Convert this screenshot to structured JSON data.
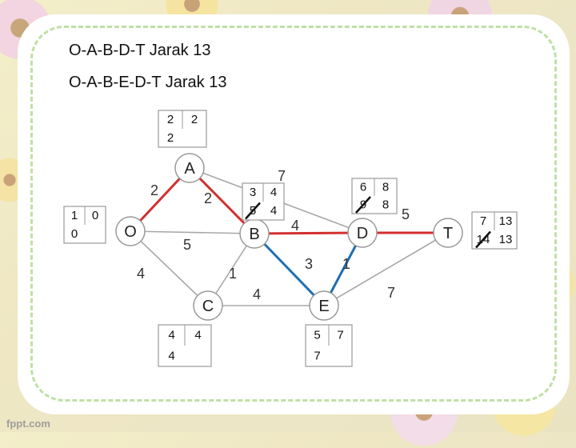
{
  "lines": {
    "route1": "O-A-B-D-T Jarak 13",
    "route2": "O-A-B-E-D-T Jarak 13"
  },
  "watermark": "fppt.com",
  "nodes": [
    {
      "id": "A",
      "label": "A"
    },
    {
      "id": "O",
      "label": "O"
    },
    {
      "id": "B",
      "label": "B"
    },
    {
      "id": "C",
      "label": "C"
    },
    {
      "id": "D",
      "label": "D"
    },
    {
      "id": "E",
      "label": "E"
    },
    {
      "id": "T",
      "label": "T"
    }
  ],
  "edges": [
    {
      "from": "O",
      "to": "A",
      "weight": "2",
      "color": "#d32f2f"
    },
    {
      "from": "A",
      "to": "B",
      "weight": "2",
      "color": "#d32f2f"
    },
    {
      "from": "A",
      "to": "D",
      "weight": "7",
      "color": "#a8a8a8"
    },
    {
      "from": "O",
      "to": "B",
      "weight": "5",
      "color": "#a8a8a8"
    },
    {
      "from": "O",
      "to": "C",
      "weight": "4",
      "color": "#a8a8a8"
    },
    {
      "from": "B",
      "to": "C",
      "weight": "1",
      "color": "#a8a8a8"
    },
    {
      "from": "B",
      "to": "D",
      "weight": "4",
      "color": "#d32f2f"
    },
    {
      "from": "B",
      "to": "E",
      "weight": "3",
      "color": "#1f6fb5"
    },
    {
      "from": "C",
      "to": "E",
      "weight": "4",
      "color": "#a8a8a8"
    },
    {
      "from": "E",
      "to": "D",
      "weight": "1",
      "color": "#1f6fb5"
    },
    {
      "from": "D",
      "to": "T",
      "weight": "5",
      "color": "#d32f2f"
    },
    {
      "from": "E",
      "to": "T",
      "weight": "7",
      "color": "#a8a8a8"
    }
  ],
  "boxes": {
    "A": {
      "top_left": "2",
      "top_right": "2",
      "bottom": "2",
      "struck": ""
    },
    "O": {
      "top_left": "1",
      "top_right": "0",
      "bottom": "0",
      "struck": ""
    },
    "B": {
      "top_left": "3",
      "top_right": "4",
      "bottom": "4",
      "struck": "5"
    },
    "C": {
      "top_left": "4",
      "top_right": "4",
      "bottom": "4",
      "struck": ""
    },
    "D": {
      "top_left": "6",
      "top_right": "8",
      "bottom": "8",
      "struck": "9"
    },
    "E": {
      "top_left": "5",
      "top_right": "7",
      "bottom": "7",
      "struck": ""
    },
    "T": {
      "top_left": "7",
      "top_right": "13",
      "bottom": "13",
      "struck": "14"
    }
  }
}
